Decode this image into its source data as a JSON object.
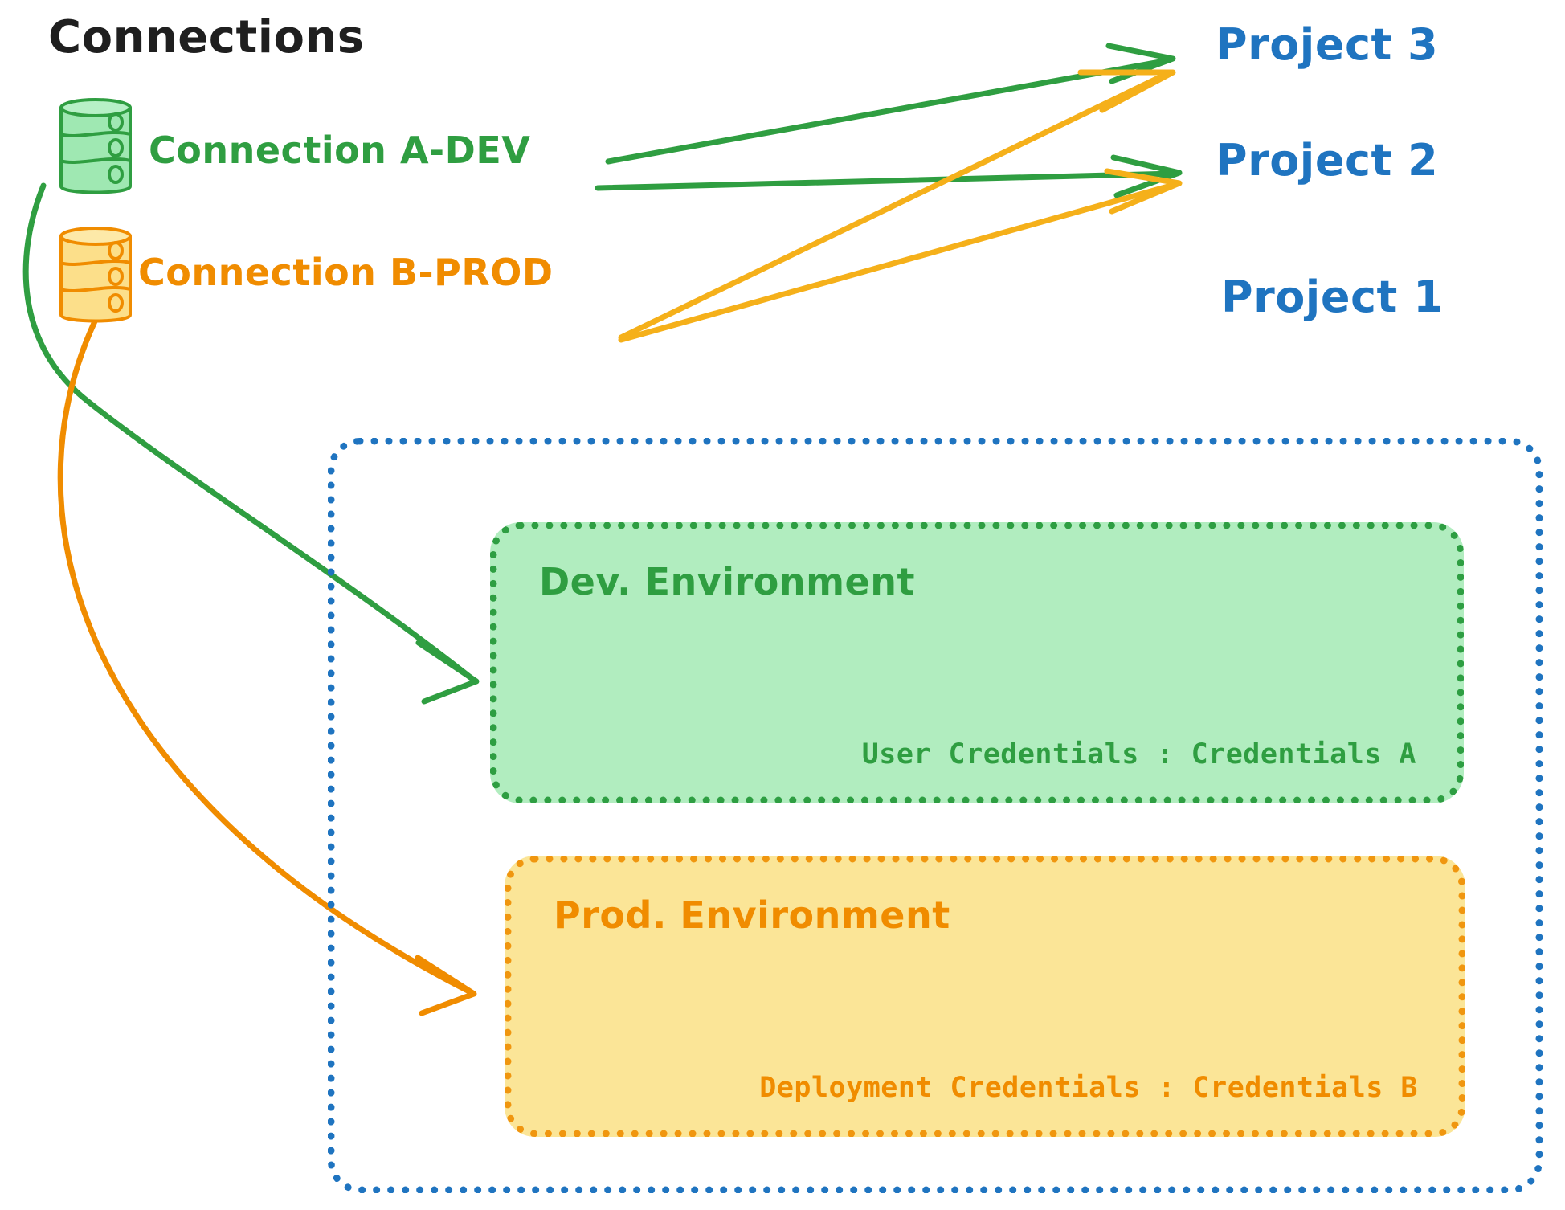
{
  "header": {
    "title": "Connections"
  },
  "connections": [
    {
      "id": "a-dev",
      "label": "Connection A-DEV",
      "color": "#2F9E41",
      "icon": "database-cylinder-icon"
    },
    {
      "id": "b-prod",
      "label": "Connection B-PROD",
      "color": "#F08C00",
      "icon": "database-cylinder-icon"
    }
  ],
  "projects": [
    {
      "id": "project-3",
      "label": "Project 3",
      "color": "#1F74C0"
    },
    {
      "id": "project-2",
      "label": "Project 2",
      "color": "#1F74C0"
    },
    {
      "id": "project-1",
      "label": "Project 1",
      "color": "#1F74C0"
    }
  ],
  "project1": {
    "border_color": "#1F74C0",
    "environments": [
      {
        "id": "dev",
        "title": "Dev. Environment",
        "credential_text": "User Credentials : Credentials A",
        "fill": "#B1EDBF",
        "border_color": "#2E9E42",
        "text_color": "#2F9E41"
      },
      {
        "id": "prod",
        "title": "Prod. Environment",
        "credential_text": "Deployment Credentials : Credentials B",
        "fill": "#FBE597",
        "border_color": "#F0960F",
        "text_color": "#F08C00"
      }
    ]
  },
  "edges": [
    {
      "id": "a-dev-to-project-3",
      "from": "a-dev",
      "to": "project-3",
      "color": "#2F9E41"
    },
    {
      "id": "a-dev-to-project-2",
      "from": "a-dev",
      "to": "project-2",
      "color": "#2F9E41"
    },
    {
      "id": "a-dev-to-dev-env",
      "from": "a-dev",
      "to": "dev",
      "color": "#2F9E41"
    },
    {
      "id": "b-prod-to-project-3",
      "from": "b-prod",
      "to": "project-3",
      "color": "#F5B01A"
    },
    {
      "id": "b-prod-to-project-2",
      "from": "b-prod",
      "to": "project-2",
      "color": "#F5B01A"
    },
    {
      "id": "b-prod-to-prod-env",
      "from": "b-prod",
      "to": "prod",
      "color": "#F08C00"
    }
  ],
  "palette": {
    "green_stroke": "#2F9E41",
    "green_fill": "#B1EDBF",
    "orange_stroke": "#F08C00",
    "orange_arrow": "#F5B01A",
    "orange_fill": "#FBE597",
    "blue": "#1F74C0",
    "ink": "#1f1f1f"
  }
}
